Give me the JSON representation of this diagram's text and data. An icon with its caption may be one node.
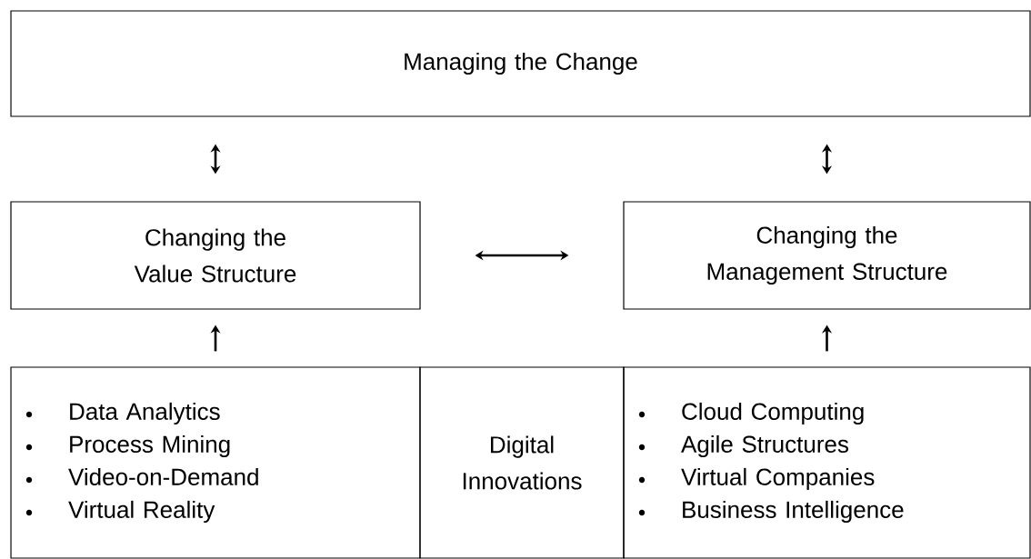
{
  "diagram": {
    "nodes": [
      {
        "text": [
          "Managing the Change"
        ]
      },
      {
        "text": [
          "Changing the Value Structure"
        ]
      },
      {
        "text": [
          "Changing the Management Structure"
        ]
      },
      {
        "text": [
          "Data Analytics",
          "Process Mining",
          "Video-on-Demand",
          "Virtual Reality"
        ]
      },
      {
        "text": [
          "Digital Innovations"
        ]
      },
      {
        "text": [
          "Cloud Computing",
          "Agile Structures",
          "Virtual Companies",
          "Business Intelligence"
        ]
      }
    ],
    "edges": [
      {
        "from": 0,
        "to": 1,
        "arrow": "both"
      },
      {
        "from": 0,
        "to": 2,
        "arrow": "both"
      },
      {
        "from": 1,
        "to": 2,
        "arrow": "both"
      },
      {
        "from": 3,
        "to": 1,
        "arrow": "to"
      },
      {
        "from": 5,
        "to": 2,
        "arrow": "to"
      }
    ]
  }
}
